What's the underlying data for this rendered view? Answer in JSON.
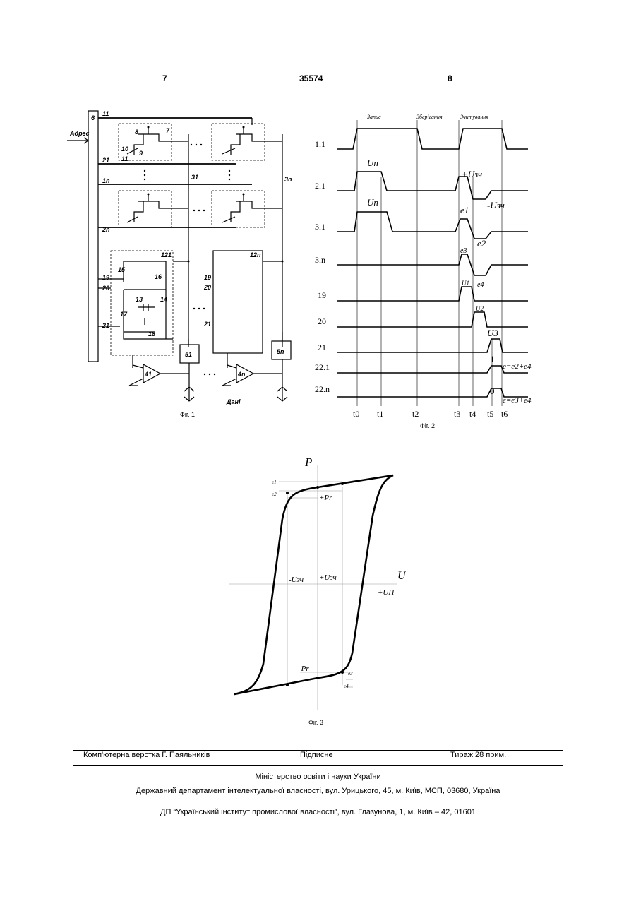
{
  "header": {
    "left_page": "7",
    "patent_no": "35574",
    "right_page": "8"
  },
  "fig1": {
    "caption": "Фіг. 1",
    "labels": {
      "address": "Адрес",
      "decoder": "6",
      "l11": "11",
      "l21": "21",
      "l1n": "1n",
      "l2n": "2n",
      "l31": "31",
      "l3n": "3n",
      "c8": "8",
      "c7": "7",
      "c10": "10",
      "c9": "9",
      "c11": "11",
      "l121": "121",
      "l12n": "12n",
      "l15": "15",
      "l16": "16",
      "l13": "13",
      "l14": "14",
      "l17": "17",
      "l18": "18",
      "l19": "19",
      "l20": "20",
      "l21b": "21",
      "r19": "19",
      "r20": "20",
      "r21": "21",
      "b51": "51",
      "b5n": "5n",
      "a41": "41",
      "a4n": "4n",
      "data": "Дані"
    }
  },
  "fig2": {
    "caption": "Фіг. 2",
    "phases": [
      "Запис",
      "Зберігання",
      "Зчитування"
    ],
    "signals": [
      "1.1",
      "2.1",
      "3.1",
      "3.n",
      "19",
      "20",
      "21",
      "22.1",
      "22.n"
    ],
    "time_marks": [
      "t0",
      "t1",
      "t2",
      "t3",
      "t4",
      "t5",
      "t6"
    ],
    "annotations": {
      "up1": "Uп",
      "up2": "Uп",
      "uzch_pos": "+Uзч",
      "uzch_neg": "-Uзч",
      "e1": "e1",
      "e2": "e2",
      "e3": "e3",
      "e4": "e4",
      "u1": "U1",
      "u2": "U2",
      "u3": "U3",
      "one": "1",
      "zero": "0",
      "eq1": "e=e2+e4",
      "eq2": "e=e3+e4"
    }
  },
  "fig3": {
    "caption": "Фіг. 3",
    "axis_p": "P",
    "axis_u": "U",
    "pos_pr": "+Pr",
    "neg_pr": "-Pr",
    "neg_uzch": "-Uзч",
    "pos_uzch": "+Uзч",
    "pos_up": "+UП",
    "d1": "e1",
    "d2": "e2",
    "d3": "e3",
    "d4": "e4"
  },
  "footer": {
    "layout": "Комп'ютерна верстка Г. Паяльників",
    "signed": "Підписне",
    "circulation": "Тираж 28 прим.",
    "ministry": "Міністерство освіти і науки України",
    "department": "Державний департамент інтелектуальної власності, вул. Урицького, 45, м. Київ, МСП, 03680, Україна",
    "institute": "ДП “Український інститут промислової власності”, вул. Глазунова, 1, м. Київ – 42, 01601"
  }
}
